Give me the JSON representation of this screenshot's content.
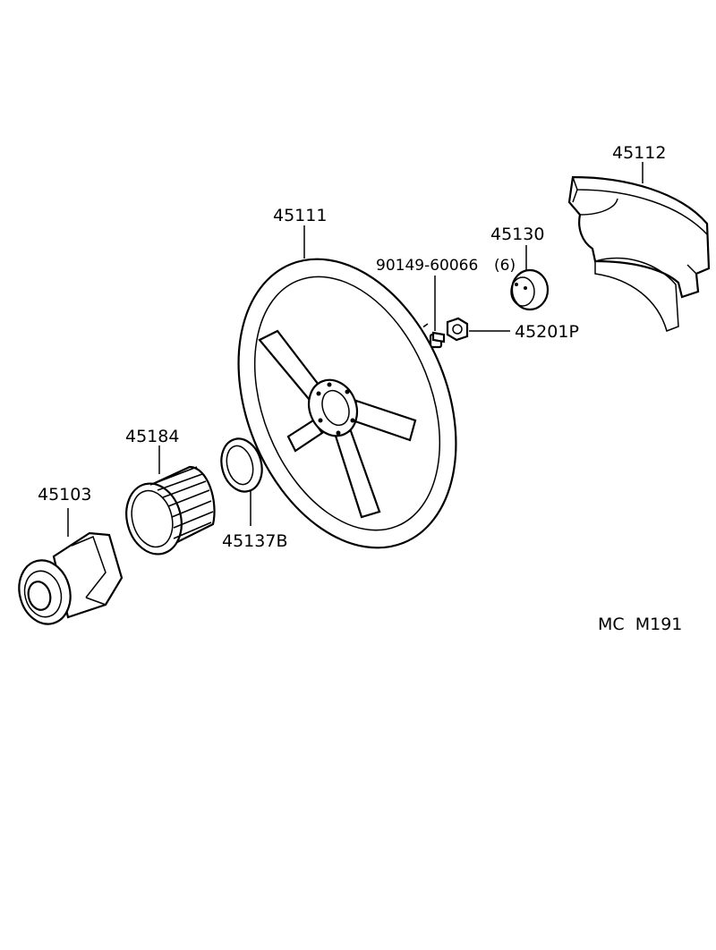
{
  "parts": {
    "pad": "45112",
    "wheel": "45111",
    "emblem": "45130",
    "screw": "90149-60066",
    "screw_qty": "(6)",
    "nut": "45201P",
    "boss_boot": "45184",
    "hub": "45103",
    "ring": "45137B"
  },
  "figure_code": "MC  M191"
}
